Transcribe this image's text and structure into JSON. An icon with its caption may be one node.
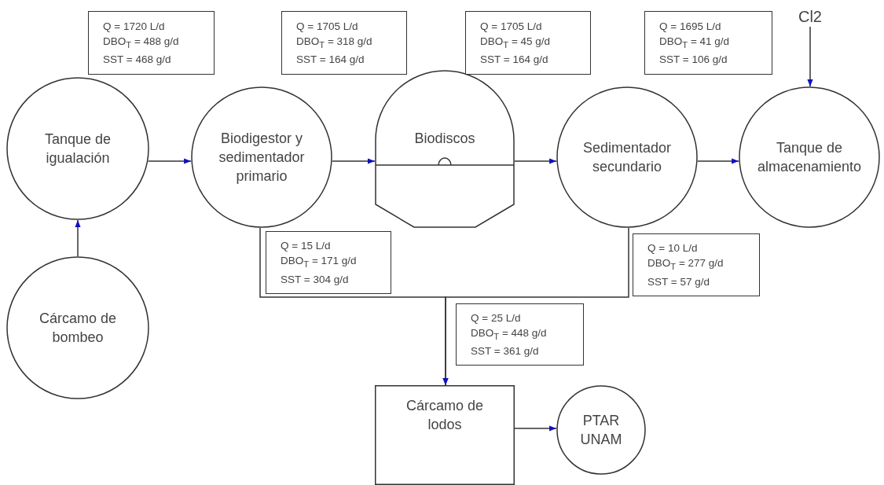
{
  "diagram": {
    "nodes": [
      {
        "text": [
          "Tanque de igualación"
        ]
      },
      {
        "text": [
          "Biodigestor y sedimentador primario"
        ]
      },
      {
        "text": [
          "Biodiscos"
        ]
      },
      {
        "text": [
          "Sedimentador secundario"
        ]
      },
      {
        "text": [
          "Tanque de almacenamiento"
        ]
      },
      {
        "text": [
          "Cárcamo de bombeo"
        ]
      },
      {
        "text": [
          "Cárcamo de lodos"
        ]
      },
      {
        "text": [
          "PTAR UNAM"
        ]
      },
      {
        "text": [
          "Cl2"
        ]
      },
      {
        "text": [
          "Q = 1720 L/d",
          "DBO$_{T}$ = 488 g/d",
          "SST = 468 g/d"
        ]
      },
      {
        "text": [
          "Q = 1705 L/d",
          "DBO$_{T}$ = 318 g/d",
          "SST = 164 g/d"
        ]
      },
      {
        "text": [
          "Q = 1705 L/d",
          "DBO$_{T}$ = 45 g/d",
          "SST = 164 g/d"
        ]
      },
      {
        "text": [
          "Q = 1695 L/d",
          "DBO$_{T}$ = 41 g/d",
          "SST = 106 g/d"
        ]
      },
      {
        "text": [
          "Q = 15 L/d",
          "DBO$_{T}$ = 171 g/d",
          "SST = 304 g/d"
        ]
      },
      {
        "text": [
          "Q = 10 L/d",
          "DBO$_{T}$ = 277 g/d",
          "SST = 57 g/d"
        ]
      },
      {
        "text": [
          "Q = 25 L/d",
          "DBO$_{T}$ = 448 g/d",
          "SST = 361 g/d"
        ]
      }
    ],
    "edges": [
      {
        "from": 0,
        "to": 1,
        "arrow": "to"
      },
      {
        "from": 5,
        "to": 0,
        "arrow": "to"
      },
      {
        "from": 1,
        "to": 2,
        "arrow": "to"
      },
      {
        "from": 2,
        "to": 3,
        "arrow": "to"
      },
      {
        "from": 3,
        "to": 4,
        "arrow": "to"
      },
      {
        "from": 8,
        "to": 4,
        "arrow": "to"
      },
      {
        "from": 1,
        "to": 6,
        "arrow": "to"
      },
      {
        "from": 3,
        "to": 6,
        "arrow": "to"
      },
      {
        "from": 6,
        "to": 7,
        "arrow": "to"
      }
    ]
  }
}
